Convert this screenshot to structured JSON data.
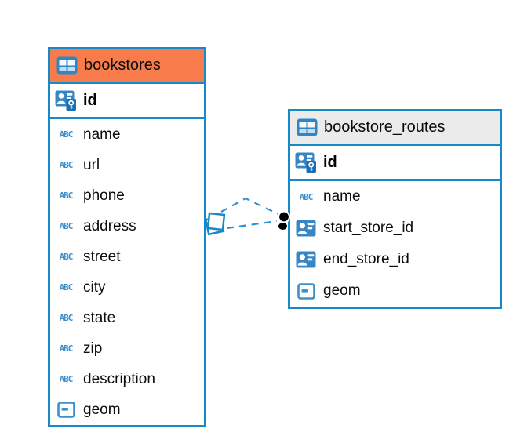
{
  "diagram": {
    "background": "#ffffff",
    "border_blue": "#1789C9",
    "dash_blue": "#2F8FD4",
    "icon_blue": "#3E8FC9"
  },
  "icons": {
    "text_type_glyph": "ABC"
  },
  "tables": [
    {
      "title": "bookstores",
      "header_color": "#F87C4B",
      "pk": {
        "label": "id"
      },
      "columns": [
        {
          "label": "name",
          "type": "text"
        },
        {
          "label": "url",
          "type": "text"
        },
        {
          "label": "phone",
          "type": "text"
        },
        {
          "label": "address",
          "type": "text"
        },
        {
          "label": "street",
          "type": "text"
        },
        {
          "label": "city",
          "type": "text"
        },
        {
          "label": "state",
          "type": "text"
        },
        {
          "label": "zip",
          "type": "text"
        },
        {
          "label": "description",
          "type": "text"
        },
        {
          "label": "geom",
          "type": "geometry"
        }
      ]
    },
    {
      "title": "bookstore_routes",
      "header_color": "#EBEBEB",
      "pk": {
        "label": "id"
      },
      "columns": [
        {
          "label": "name",
          "type": "text"
        },
        {
          "label": "start_store_id",
          "type": "reference"
        },
        {
          "label": "end_store_id",
          "type": "reference"
        },
        {
          "label": "geom",
          "type": "geometry"
        }
      ]
    }
  ],
  "relationship": {
    "from_table": "bookstores",
    "to_table": "bookstore_routes",
    "line_style": "dashed",
    "line_count": 2,
    "from_marker": "diamond",
    "to_marker": "dot"
  }
}
